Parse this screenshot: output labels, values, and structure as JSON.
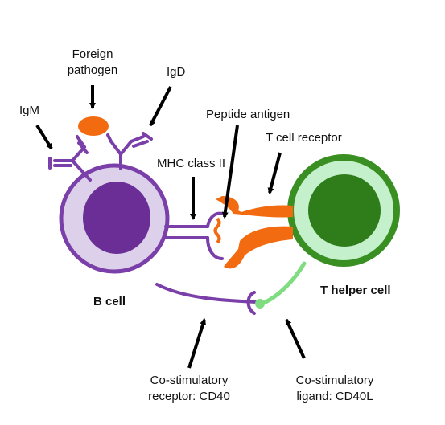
{
  "labels": {
    "foreign_line1": "Foreign",
    "foreign_line2": "pathogen",
    "igd": "IgD",
    "igm": "IgM",
    "peptide_antigen": "Peptide antigen",
    "t_cell_receptor": "T cell receptor",
    "mhc_class_ii": "MHC class II",
    "b_cell": "B cell",
    "t_helper_cell": "T helper cell",
    "costim_receptor_line1": "Co-stimulatory",
    "costim_receptor_line2": "receptor: CD40",
    "costim_ligand_line1": "Co-stimulatory",
    "costim_ligand_line2": "ligand: CD40L"
  },
  "colors": {
    "b_cell_body": "#dcd0ea",
    "b_cell_outline": "#7a3fa8",
    "b_cell_nucleus": "#6a2e96",
    "purple_line": "#7a3fa8",
    "t_cell_body": "#c5f0cc",
    "t_cell_outline": "#3a8f22",
    "t_cell_nucleus": "#2f7d1a",
    "green_line": "#7fdc80",
    "orange": "#f26b10",
    "arrow": "#000000"
  }
}
